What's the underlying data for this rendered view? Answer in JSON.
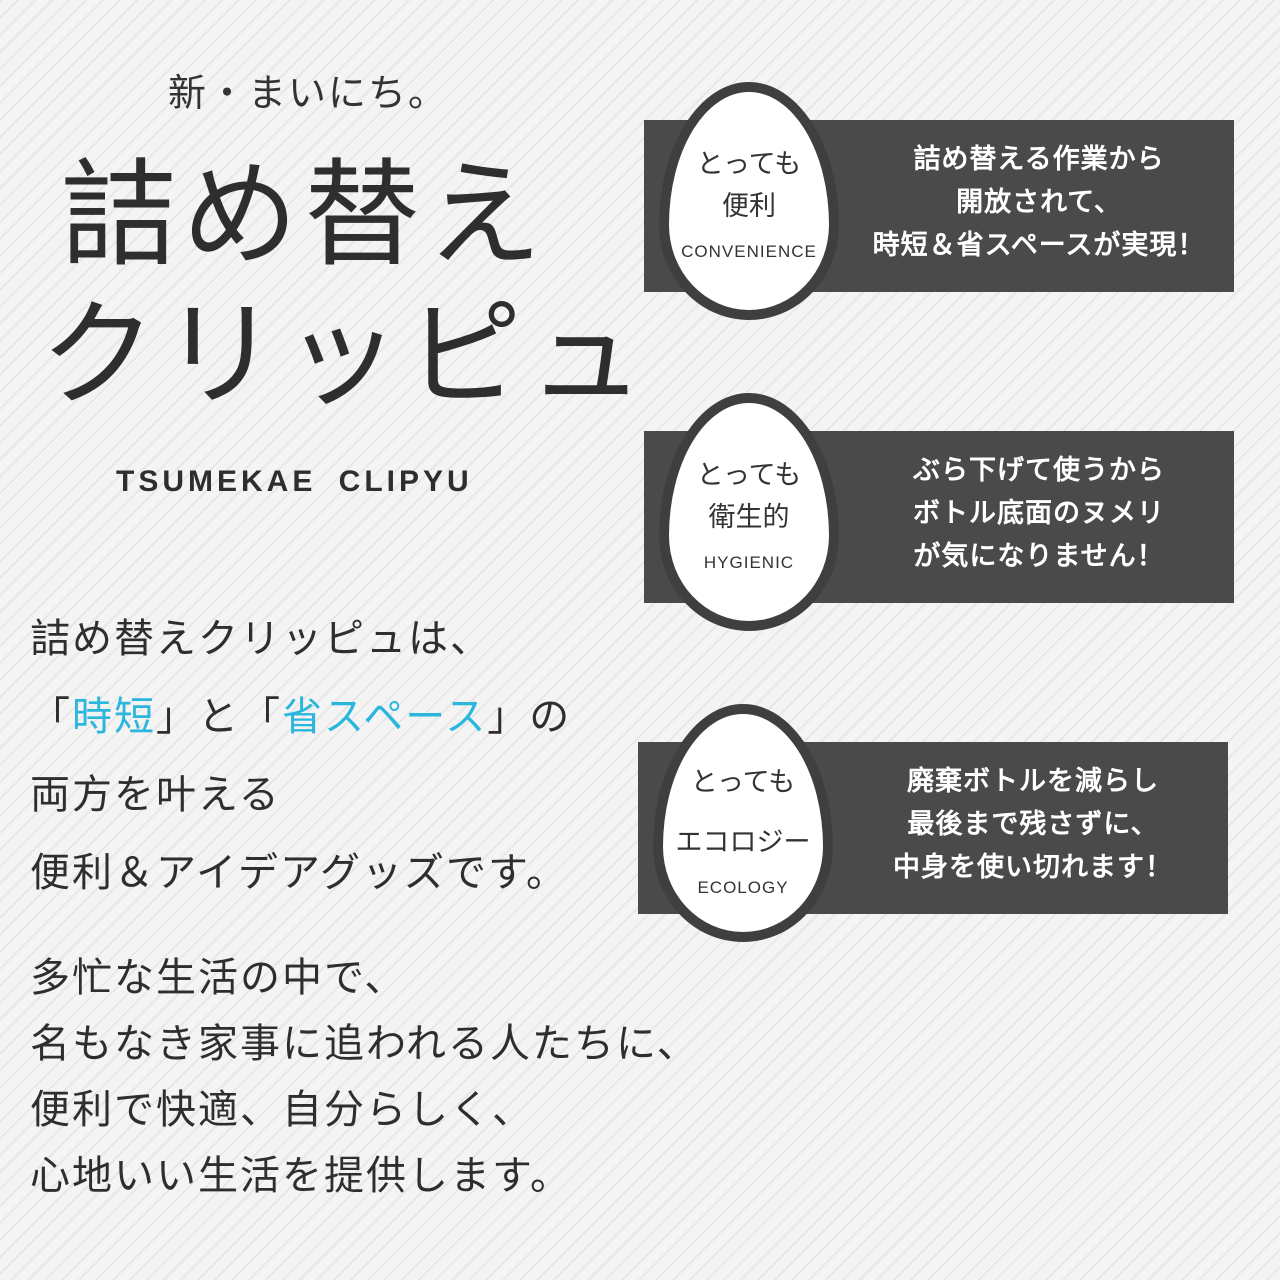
{
  "header": {
    "tagline": "新・まいにち。",
    "title_line1": "詰め替え",
    "title_line2": "クリッピュ",
    "romaji": "TSUMEKAE CLIPYU"
  },
  "intro": {
    "line1": "詰め替えクリッピュは、",
    "line2_a": "「",
    "line2_hl1": "時短",
    "line2_b": "」と「",
    "line2_hl2": "省スペース",
    "line2_c": "」の",
    "line3": "両方を叶える",
    "line4": "便利＆アイデアグッズです。"
  },
  "story": {
    "lines": [
      "多忙な生活の中で、",
      "名もなき家事に追われる人たちに、",
      "便利で快適、自分らしく、",
      "心地いい生活を提供します。"
    ]
  },
  "features": [
    {
      "badge_line1": "とっても",
      "badge_line2": "便利",
      "badge_en": "CONVENIENCE",
      "desc": [
        "詰め替える作業から",
        "開放されて、",
        "時短＆省スペースが実現！"
      ]
    },
    {
      "badge_line1": "とっても",
      "badge_line2": "衛生的",
      "badge_en": "HYGIENIC",
      "desc": [
        "ぶら下げて使うから",
        "ボトル底面のヌメリ",
        "が気になりません！"
      ]
    },
    {
      "badge_line1": "とっても",
      "badge_line2": "エコロジー",
      "badge_en": "ECOLOGY",
      "desc": [
        "廃棄ボトルを減らし",
        "最後まで残さずに、",
        "中身を使い切れます！"
      ]
    }
  ],
  "colors": {
    "highlight": "#2ab6dd",
    "band": "#4a4a4a",
    "egg_border": "#3f3f3f"
  }
}
